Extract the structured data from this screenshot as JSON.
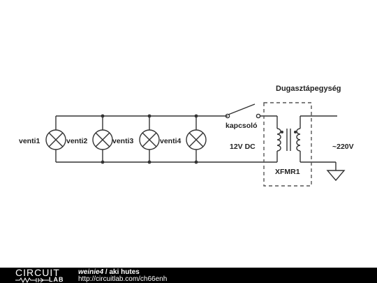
{
  "diagram": {
    "labels": {
      "venti1": "venti1",
      "venti2": "venti2",
      "venti3": "venti3",
      "venti4": "venti4",
      "switch": "kapcsoló",
      "adapter": "Dugasztápegység",
      "voltage_dc": "12V DC",
      "transformer": "XFMR1",
      "voltage_ac": "~220V"
    }
  },
  "footer": {
    "logo_top": "CIRCUIT",
    "logo_bottom": "LAB",
    "author": "weinie4",
    "separator": " / ",
    "title": "aki hutes",
    "url": "http://circuitlab.com/ch66enh"
  }
}
